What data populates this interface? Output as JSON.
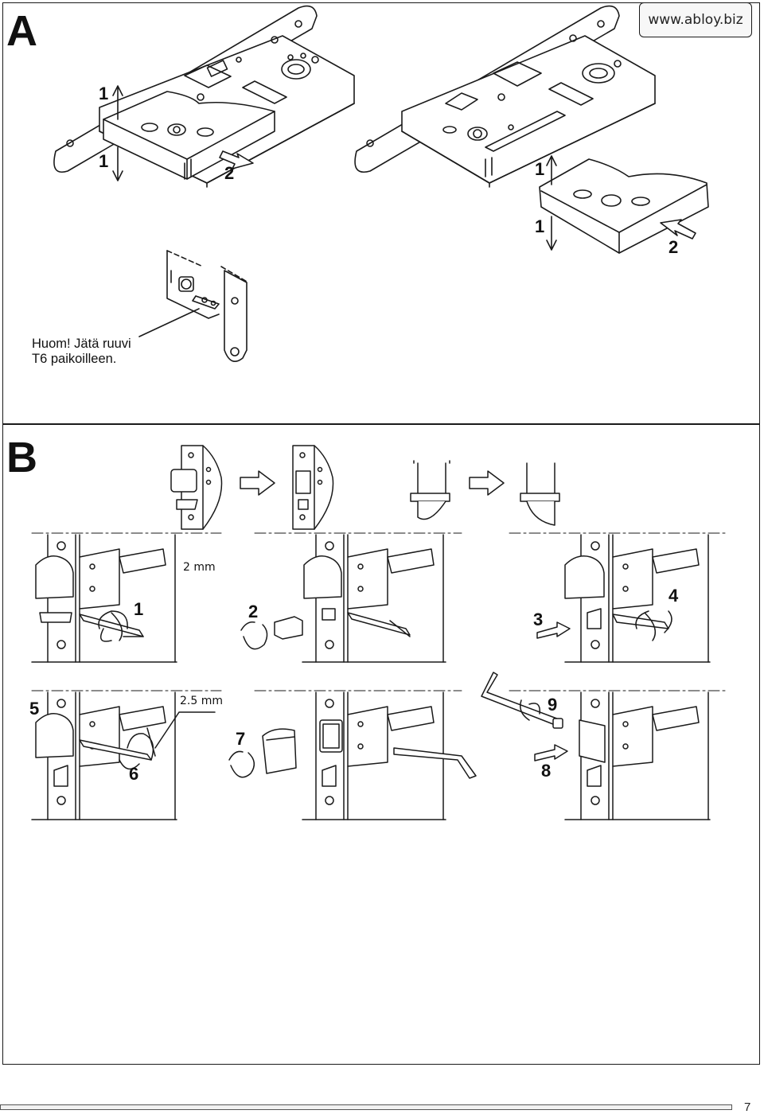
{
  "header": {
    "url": "www.abloy.biz"
  },
  "section_a": {
    "letter": "A",
    "note_line1": "Huom! Jätä ruuvi",
    "note_line2": "T6 paikoilleen.",
    "steps_left": [
      "1",
      "1",
      "2"
    ],
    "steps_right": [
      "1",
      "1",
      "2"
    ]
  },
  "section_b": {
    "letter": "B",
    "dim_2mm": "2 mm",
    "dim_25mm": "2.5 mm",
    "steps": [
      "1",
      "2",
      "3",
      "4",
      "5",
      "6",
      "7",
      "8",
      "9"
    ]
  },
  "footer": {
    "page_number": "7"
  },
  "colors": {
    "line": "#1a1a1a",
    "fill_light": "#ffffff",
    "fill_grey": "#e6e6e6"
  },
  "icons": [
    "arrow-up-down-icon",
    "push-arrow-icon",
    "rotate-icon",
    "hex-key-icon"
  ]
}
